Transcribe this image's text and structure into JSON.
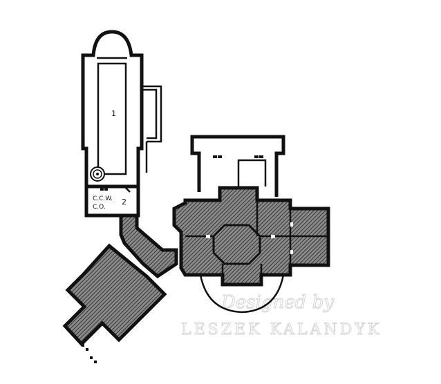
{
  "plan": {
    "rooms": [
      {
        "label": "1"
      },
      {
        "label": "2"
      },
      {
        "label": "C.C.W."
      },
      {
        "label": "C.O."
      }
    ],
    "watermark": {
      "script_line": "Designed by",
      "name_line": "LESZEK KALANDYK"
    }
  }
}
